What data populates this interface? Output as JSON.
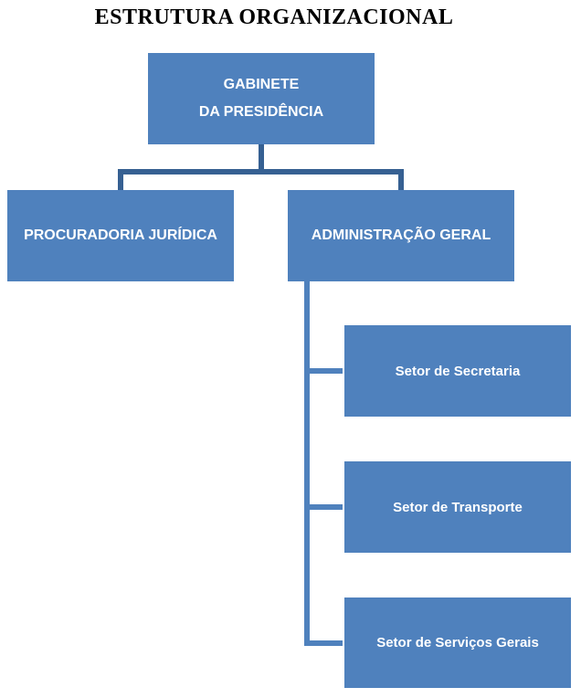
{
  "title": "ESTRUTURA ORGANIZACIONAL",
  "colors": {
    "box_fill": "#4F81BD",
    "box_text": "#FFFFFF",
    "connector_dark": "#366092",
    "connector_light": "#4F81BD",
    "title_color": "#000000"
  },
  "nodes": {
    "gabinete": {
      "label_line1": "GABINETE",
      "label_line2": "DA PRESIDÊNCIA"
    },
    "procuradoria": {
      "label": "PROCURADORIA JURÍDICA"
    },
    "administracao": {
      "label": "ADMINISTRAÇÃO GERAL"
    },
    "setor_secretaria": {
      "label": "Setor de Secretaria"
    },
    "setor_transporte": {
      "label": "Setor de Transporte"
    },
    "setor_servicos_gerais": {
      "label": "Setor de Serviços Gerais"
    }
  }
}
